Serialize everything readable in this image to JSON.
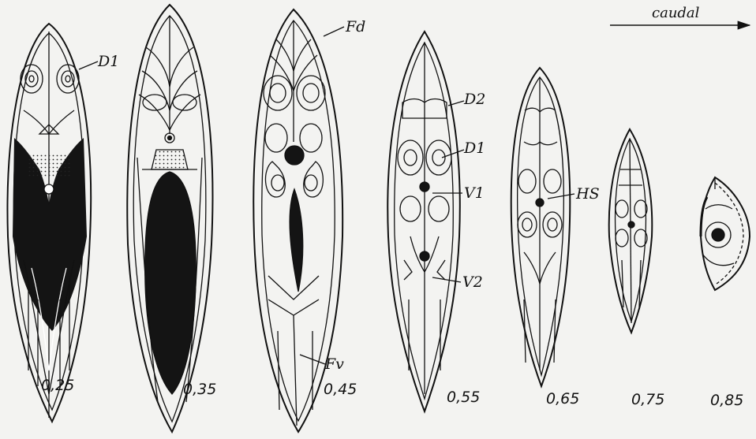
{
  "direction": {
    "label": "caudal"
  },
  "sections": [
    {
      "caption": "0,25",
      "labels": [
        "D1"
      ]
    },
    {
      "caption": "0,35",
      "labels": []
    },
    {
      "caption": "0,45",
      "labels": [
        "Fd",
        "Fv"
      ]
    },
    {
      "caption": "0,55",
      "labels": [
        "D2",
        "D1",
        "V1",
        "V2"
      ]
    },
    {
      "caption": "0,65",
      "labels": [
        "HS"
      ]
    },
    {
      "caption": "0,75",
      "labels": []
    },
    {
      "caption": "0,85",
      "labels": []
    }
  ]
}
